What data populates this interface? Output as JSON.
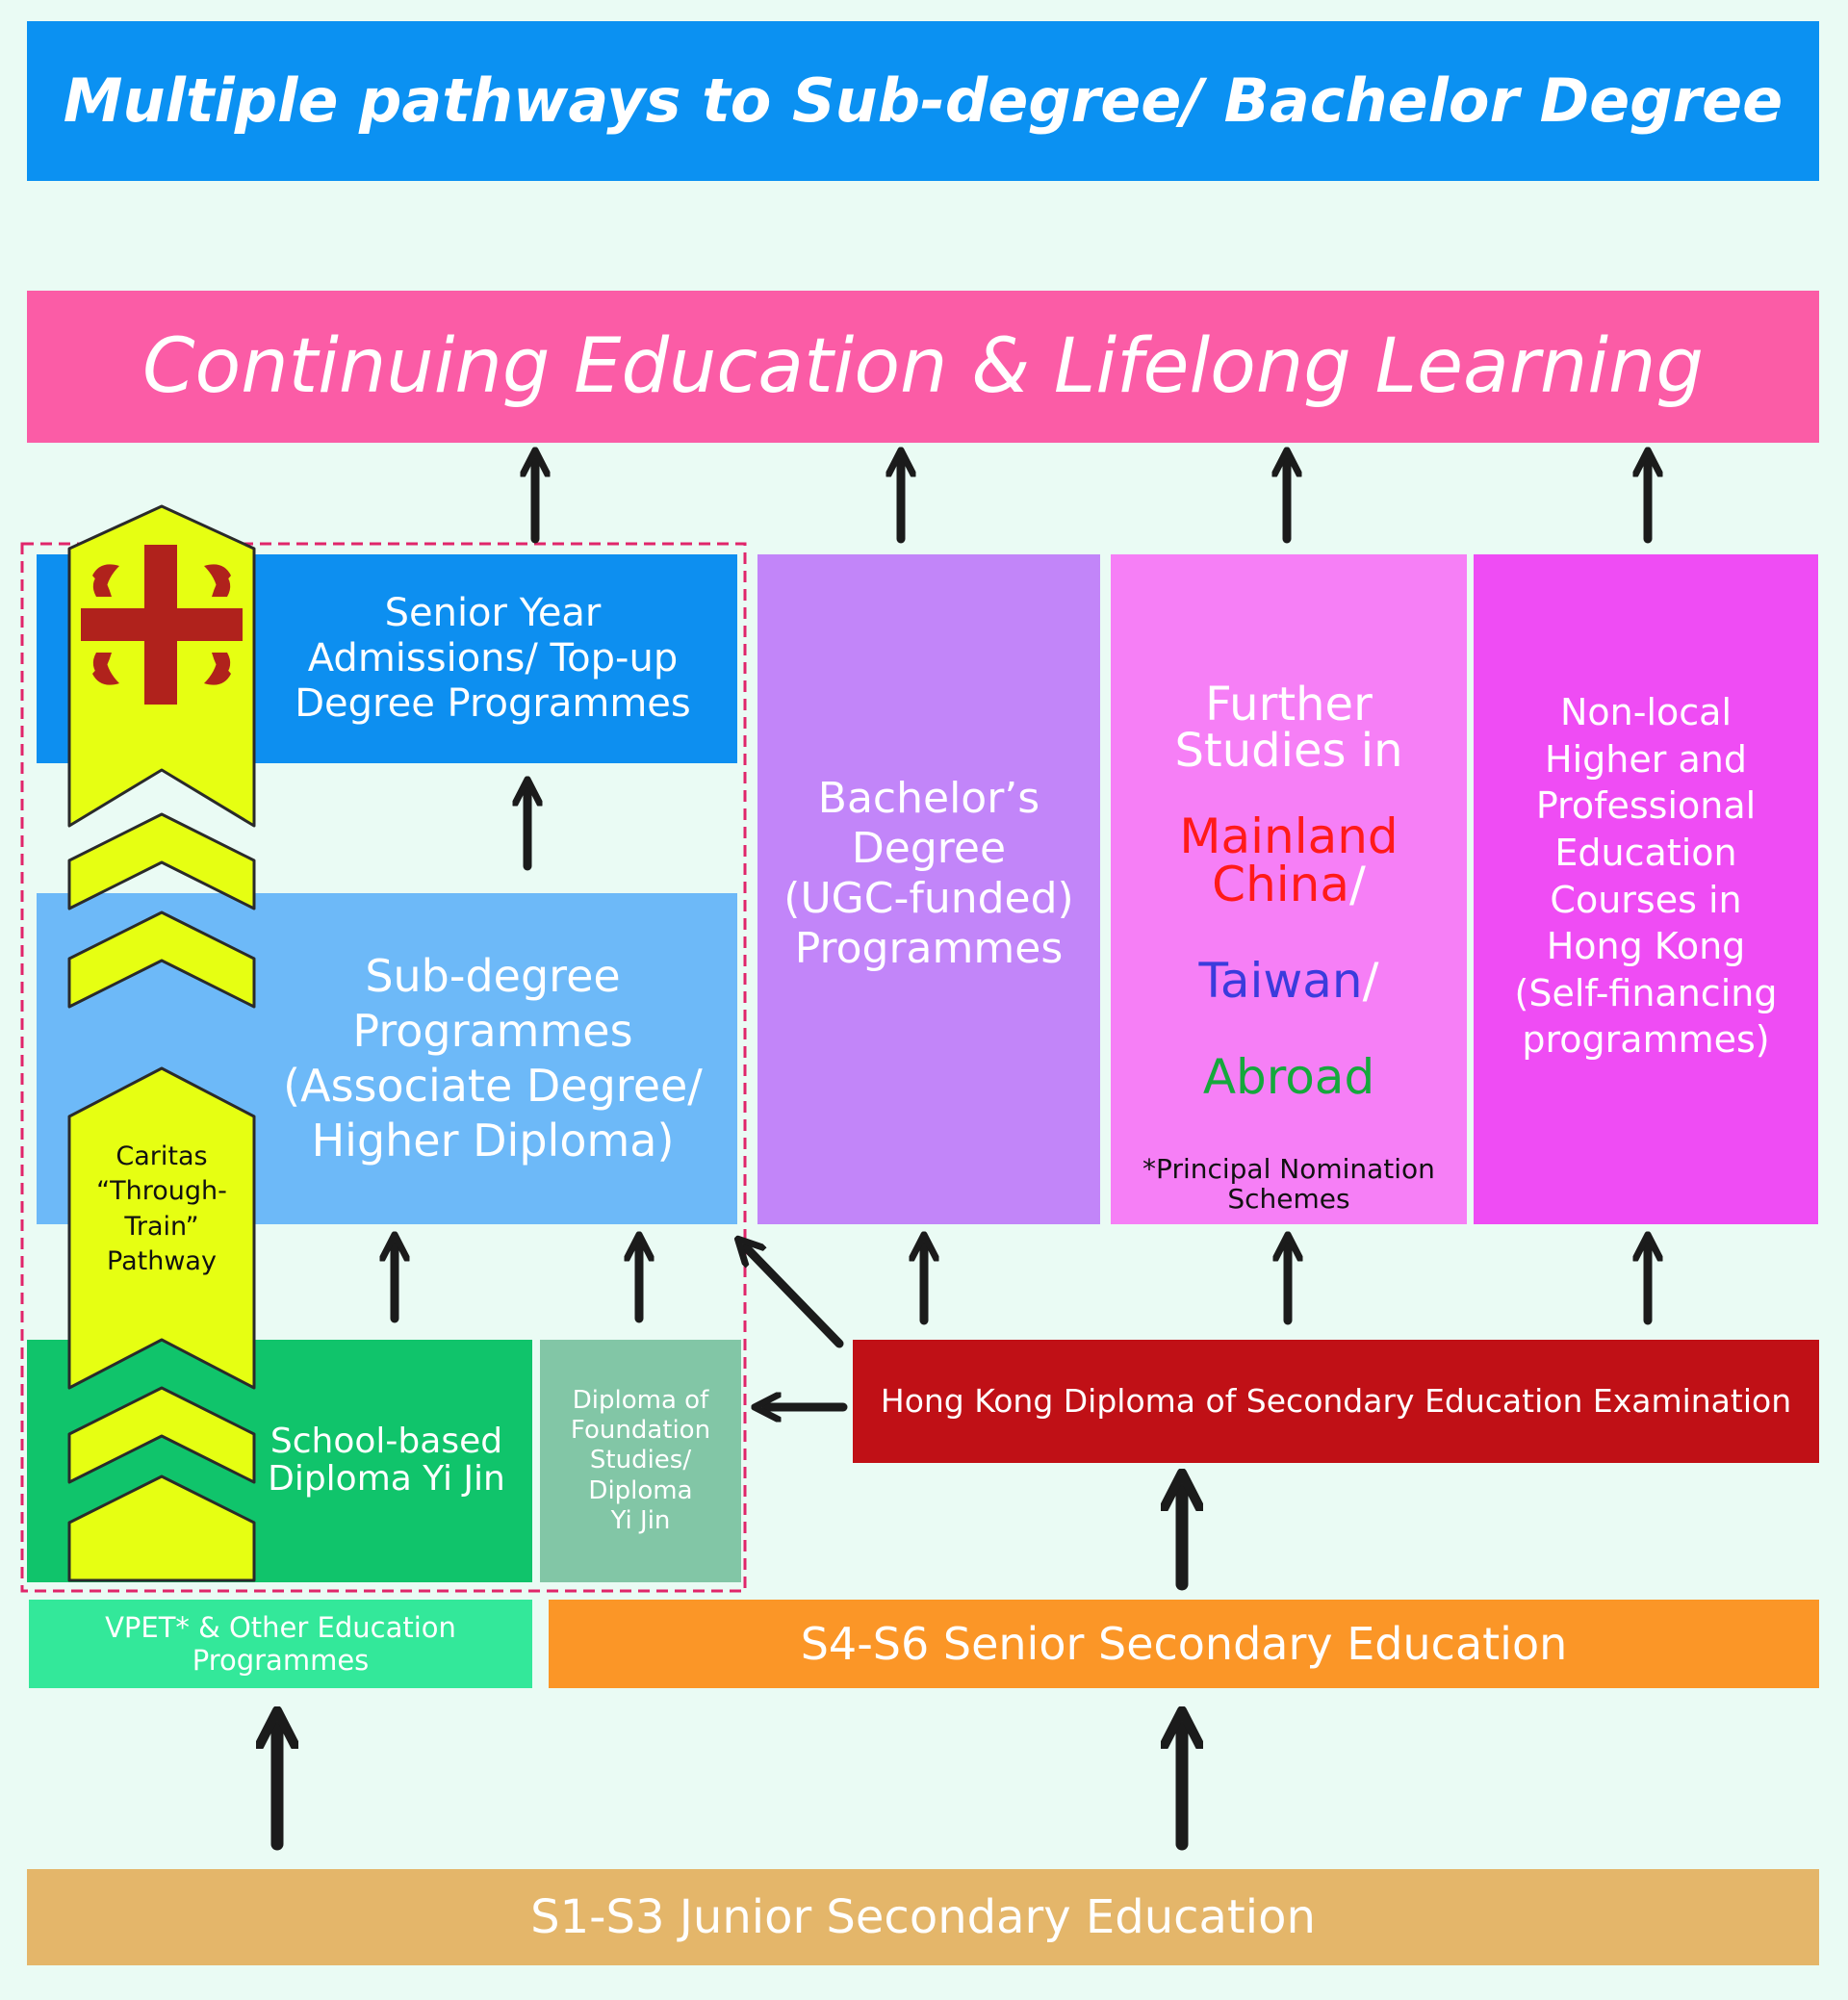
{
  "title": "Multiple pathways to Sub-degree/ Bachelor Degree",
  "continuing": "Continuing Education & Lifelong Learning",
  "senior_year": [
    "Senior Year",
    "Admissions/ Top-up",
    "Degree Programmes"
  ],
  "sub_degree": [
    "Sub-degree",
    "Programmes",
    "(Associate Degree/",
    "Higher Diploma)"
  ],
  "bachelor": [
    "Bachelor’s",
    "Degree",
    "(UGC-funded)",
    "Programmes"
  ],
  "further": {
    "heading": [
      "Further",
      "Studies in"
    ],
    "mainland": [
      "Mainland",
      "China"
    ],
    "taiwan": "Taiwan",
    "abroad": "Abroad",
    "slash": "/",
    "note": [
      "*Principal Nomination",
      "Schemes"
    ]
  },
  "nonlocal": [
    "Non-local",
    "Higher and",
    "Professional",
    "Education",
    "Courses in",
    "Hong Kong",
    "(Self-financing",
    "programmes)"
  ],
  "caritas": [
    "Caritas",
    "“Through-",
    "Train”",
    "Pathway"
  ],
  "school_based": [
    "School-based",
    "Diploma Yi Jin"
  ],
  "foundation": [
    "Diploma of",
    "Foundation",
    "Studies/",
    "Diploma",
    "Yi Jin"
  ],
  "hkdse": "Hong Kong Diploma of Secondary Education Examination",
  "vpet": [
    "VPET* & Other Education",
    "Programmes"
  ],
  "senior_secondary": "S4-S6 Senior Secondary Education",
  "junior_secondary": "S1-S3 Junior Secondary Education",
  "colors": {
    "background": "#eafbf4",
    "title_bar": "#0b91f2",
    "continuing": "#fb5ca6",
    "senior_year": "#0d8ff0",
    "sub_degree": "#6db9f8",
    "bachelor": "#c285f9",
    "further": "#f67ff6",
    "nonlocal": "#ef4cf4",
    "school_based": "#10c46b",
    "foundation": "#82c6a6",
    "hkdse": "#c01016",
    "vpet": "#33e89a",
    "senior_secondary": "#fb9627",
    "junior_secondary": "#e4b66a",
    "chevron": "#e6ff12",
    "dashed_border": "#e0256a",
    "mainland": "#ff1a1a",
    "taiwan": "#3b3bdc",
    "abroad": "#15a83c",
    "logo_red": "#b0221c"
  },
  "icons": [
    "caritas-logo-icon",
    "up-arrow-icon",
    "left-arrow-icon",
    "diagonal-arrow-icon"
  ]
}
